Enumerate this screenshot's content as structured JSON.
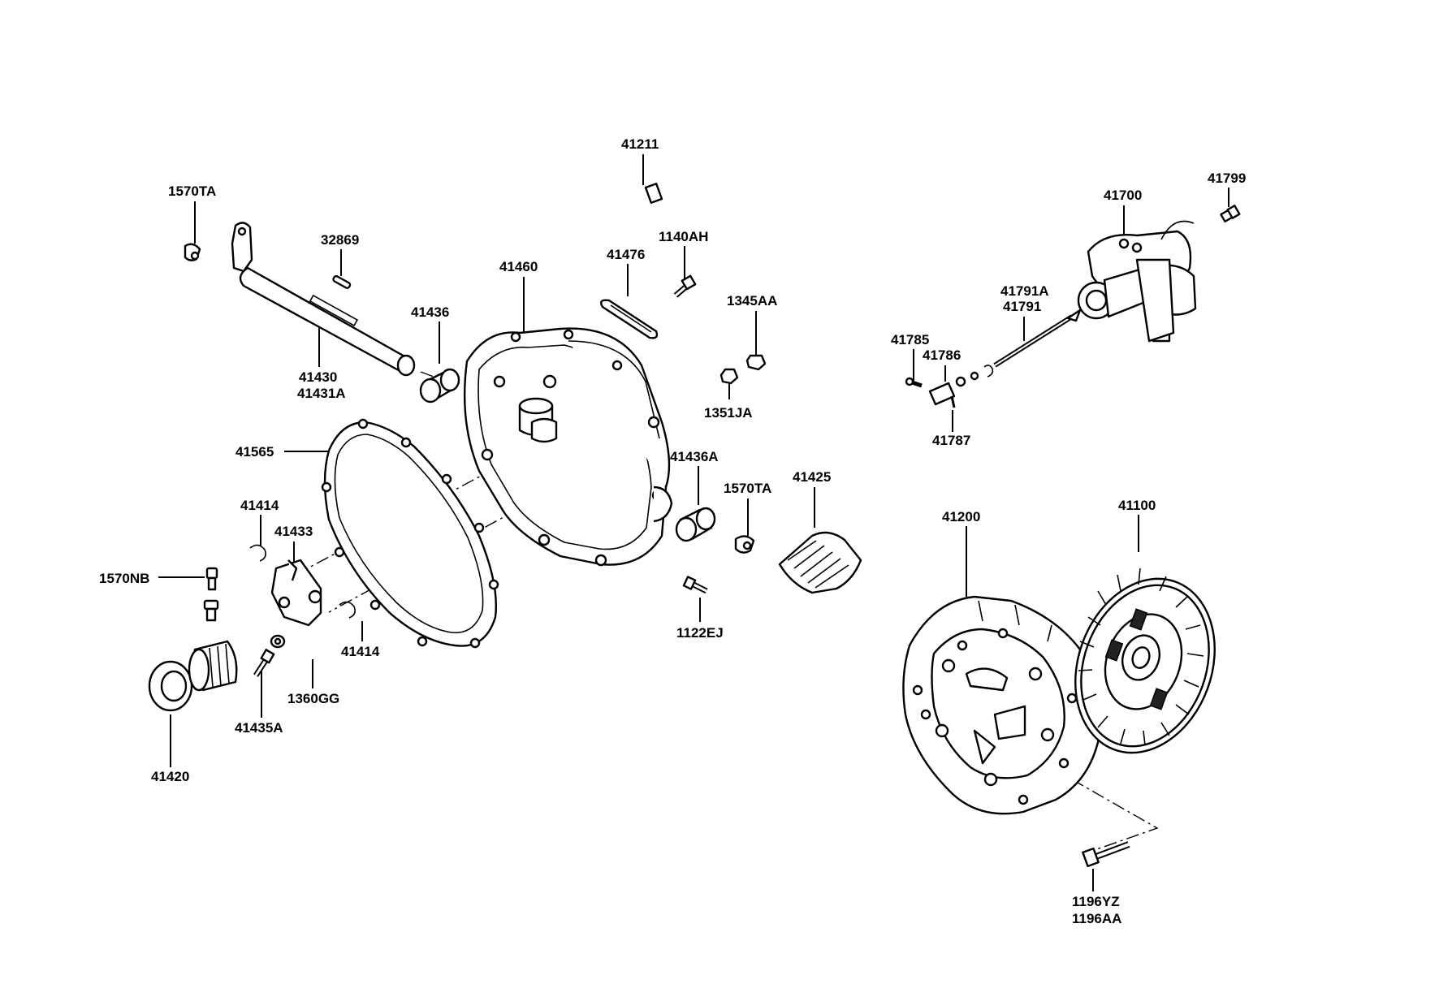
{
  "labels": {
    "l41211": "41211",
    "l1570TA_a": "1570TA",
    "l32869": "32869",
    "l41476": "41476",
    "l1140AH": "1140AH",
    "l41460": "41460",
    "l1345AA": "1345AA",
    "l41436": "41436",
    "l41430": "41430",
    "l41431A": "41431A",
    "l1351JA": "1351JA",
    "l41565": "41565",
    "l41436A": "41436A",
    "l1570TA_b": "1570TA",
    "l41425": "41425",
    "l41414_a": "41414",
    "l41433": "41433",
    "l1570NB": "1570NB",
    "l41414_b": "41414",
    "l1122EJ": "1122EJ",
    "l1360GG": "1360GG",
    "l41435A": "41435A",
    "l41420": "41420",
    "l41700": "41700",
    "l41799": "41799",
    "l41791A": "41791A",
    "l41791": "41791",
    "l41785": "41785",
    "l41786": "41786",
    "l41787": "41787",
    "l41200": "41200",
    "l41100": "41100",
    "l1196YZ": "1196YZ",
    "l1196AA": "1196AA"
  }
}
